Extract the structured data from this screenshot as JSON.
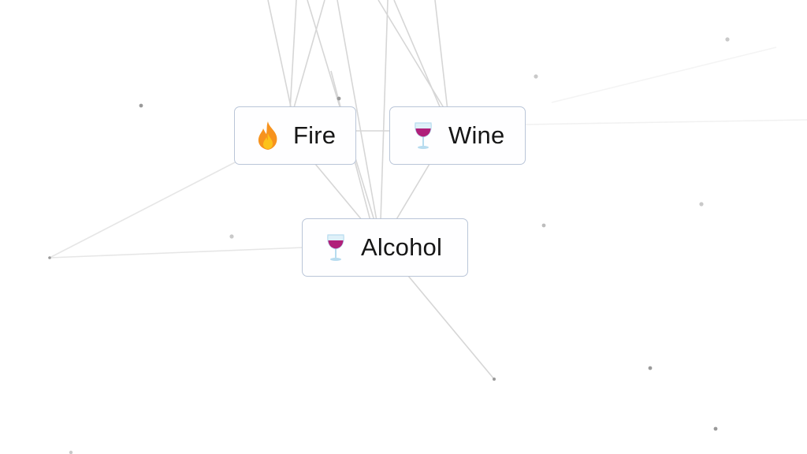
{
  "elements": [
    {
      "id": "fire",
      "label": "Fire",
      "icon": "fire-icon"
    },
    {
      "id": "wine",
      "label": "Wine",
      "icon": "wine-glass-icon"
    },
    {
      "id": "alcohol",
      "label": "Alcohol",
      "icon": "wine-glass-icon"
    }
  ],
  "colors": {
    "tile_border": "#b9c5d8",
    "tile_background": "#fefeff",
    "line": "#d8d8d8",
    "dot": "#9a9a9a",
    "fire_outer": "#f7931e",
    "fire_inner": "#fcc21b",
    "wine_liquid": "#b0207a",
    "glass": "#b7dcef"
  }
}
